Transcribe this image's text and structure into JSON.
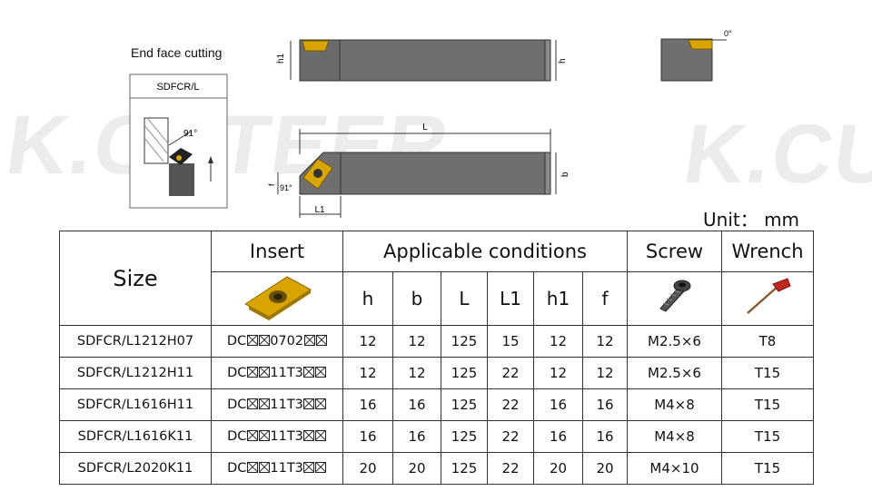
{
  "watermarks": [
    "K.CUTEER",
    "K.CU"
  ],
  "caption": "End face cutting",
  "unit_label": "Unit： mm",
  "drawing": {
    "model_box_title": "SDFCR/L",
    "angle_91": "91°",
    "angle_0": "0°",
    "dim_h1": "h1",
    "dim_h": "h",
    "dim_L": "L",
    "dim_b": "b",
    "dim_f": "f",
    "dim_L1": "L1"
  },
  "table": {
    "size_header": "Size",
    "insert_header": "Insert",
    "conditions_header": "Applicable conditions",
    "screw_header": "Screw",
    "wrench_header": "Wrench",
    "params": [
      "h",
      "b",
      "L",
      "L1",
      "h1",
      "f"
    ],
    "rows": [
      {
        "size": "SDFCR/L1212H07",
        "insert_prefix": "DC",
        "insert_code": "0702",
        "h": "12",
        "b": "12",
        "L": "125",
        "L1": "15",
        "h1": "12",
        "f": "12",
        "screw": "M2.5×6",
        "wrench": "T8"
      },
      {
        "size": "SDFCR/L1212H11",
        "insert_prefix": "DC",
        "insert_code": "11T3",
        "h": "12",
        "b": "12",
        "L": "125",
        "L1": "22",
        "h1": "12",
        "f": "12",
        "screw": "M2.5×6",
        "wrench": "T15"
      },
      {
        "size": "SDFCR/L1616H11",
        "insert_prefix": "DC",
        "insert_code": "11T3",
        "h": "16",
        "b": "16",
        "L": "125",
        "L1": "22",
        "h1": "16",
        "f": "16",
        "screw": "M4×8",
        "wrench": "T15"
      },
      {
        "size": "SDFCR/L1616K11",
        "insert_prefix": "DC",
        "insert_code": "11T3",
        "h": "16",
        "b": "16",
        "L": "125",
        "L1": "22",
        "h1": "16",
        "f": "16",
        "screw": "M4×8",
        "wrench": "T15"
      },
      {
        "size": "SDFCR/L2020K11",
        "insert_prefix": "DC",
        "insert_code": "11T3",
        "h": "20",
        "b": "20",
        "L": "125",
        "L1": "22",
        "h1": "20",
        "f": "20",
        "screw": "M4×10",
        "wrench": "T15"
      }
    ]
  },
  "colors": {
    "holder_gray": "#6f6f6f",
    "insert_gold": "#d9a400",
    "wrench_red": "#c0281e"
  },
  "icons": {
    "insert": "rhombic-insert-icon",
    "screw": "torx-screw-icon",
    "wrench": "torx-wrench-icon"
  }
}
